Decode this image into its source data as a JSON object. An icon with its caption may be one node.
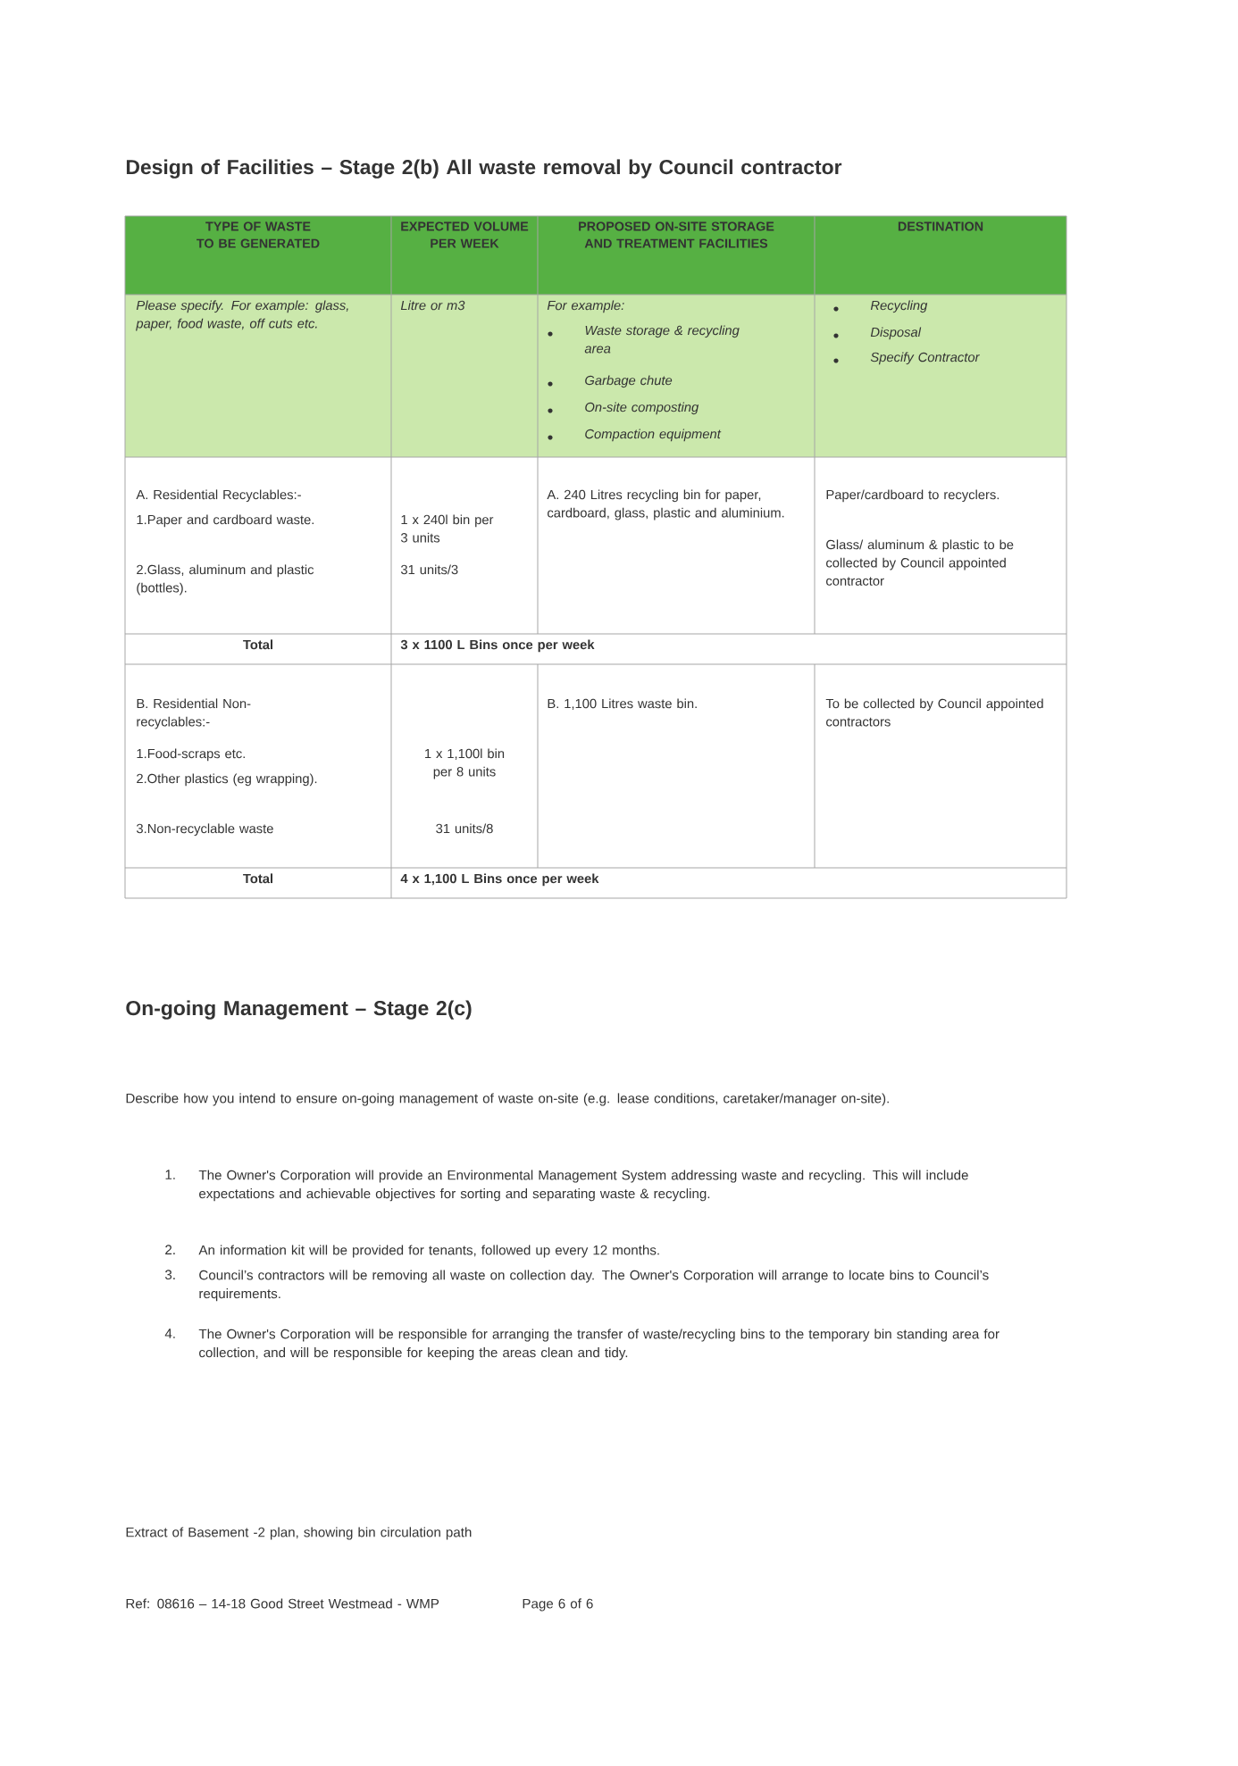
{
  "diagram": {
    "title": "Design of Facilities – Stage 2(b) All waste removal by Council contractor",
    "labels": [
      "TYPE OF WASTE TO BE GENERATED",
      "EXPECTED VOLUME PER WEEK",
      "PROPOSED ON-SITE STORAGE AND TREATMENT FACILITIES",
      "DESTINATION",
      "Please specify. For example: glass, paper, food waste, off cuts etc.",
      "Litre or m3",
      "For example:",
      "Waste storage & recycling area",
      "Garbage chute",
      "On-site composting",
      "Compaction equipment",
      "Recycling",
      "Disposal",
      "Specify Contractor",
      "A. Residential Recyclables:-",
      "1.Paper and cardboard waste.",
      "2.Glass, aluminum and plastic (bottles).",
      "1 x 240l bin per 3 units",
      "31 units/3",
      "A. 240 Litres recycling bin for paper, cardboard, glass, plastic and aluminium.",
      "Paper/cardboard to recyclers.",
      "Glass/ aluminum & plastic to be collected by Council appointed contractor",
      "Total",
      "3 x 1100 L Bins once per week",
      "B. Residential Non-recyclables:-",
      "1.Food-scraps etc.",
      "2.Other plastics (eg wrapping).",
      "3.Non-recyclable waste",
      "1 x 1,100l bin per 8 units",
      "31 units/8",
      "B. 1,100 Litres waste bin.",
      "To be collected by Council appointed contractors",
      "Total",
      "4 x 1,100 L Bins once per week",
      "On-going Management – Stage 2(c)",
      "Describe how you intend to ensure on-going management of waste on-site (e.g. lease conditions, caretaker/manager on-site).",
      "1.",
      "The Owner's Corporation will provide an Environmental Management System addressing waste and recycling. This will include expectations and achievable objectives for sorting and separating waste & recycling.",
      "2.",
      "An information kit will be provided for tenants, followed up every 12 months.",
      "3.",
      "Council’s contractors will be removing all waste on collection day. The Owner's Corporation will arrange to locate bins to Council’s requirements.",
      "4.",
      "The Owner's Corporation will be responsible for arranging the transfer of waste/recycling bins to the temporary bin standing area for collection, and will be responsible for keeping the areas clean and tidy.",
      "Extract of Basement -2 plan, showing bin circulation path",
      "Ref: 08616 – 14-18 Good Street Westmead - WMP",
      "Page 6 of 6"
    ]
  }
}
